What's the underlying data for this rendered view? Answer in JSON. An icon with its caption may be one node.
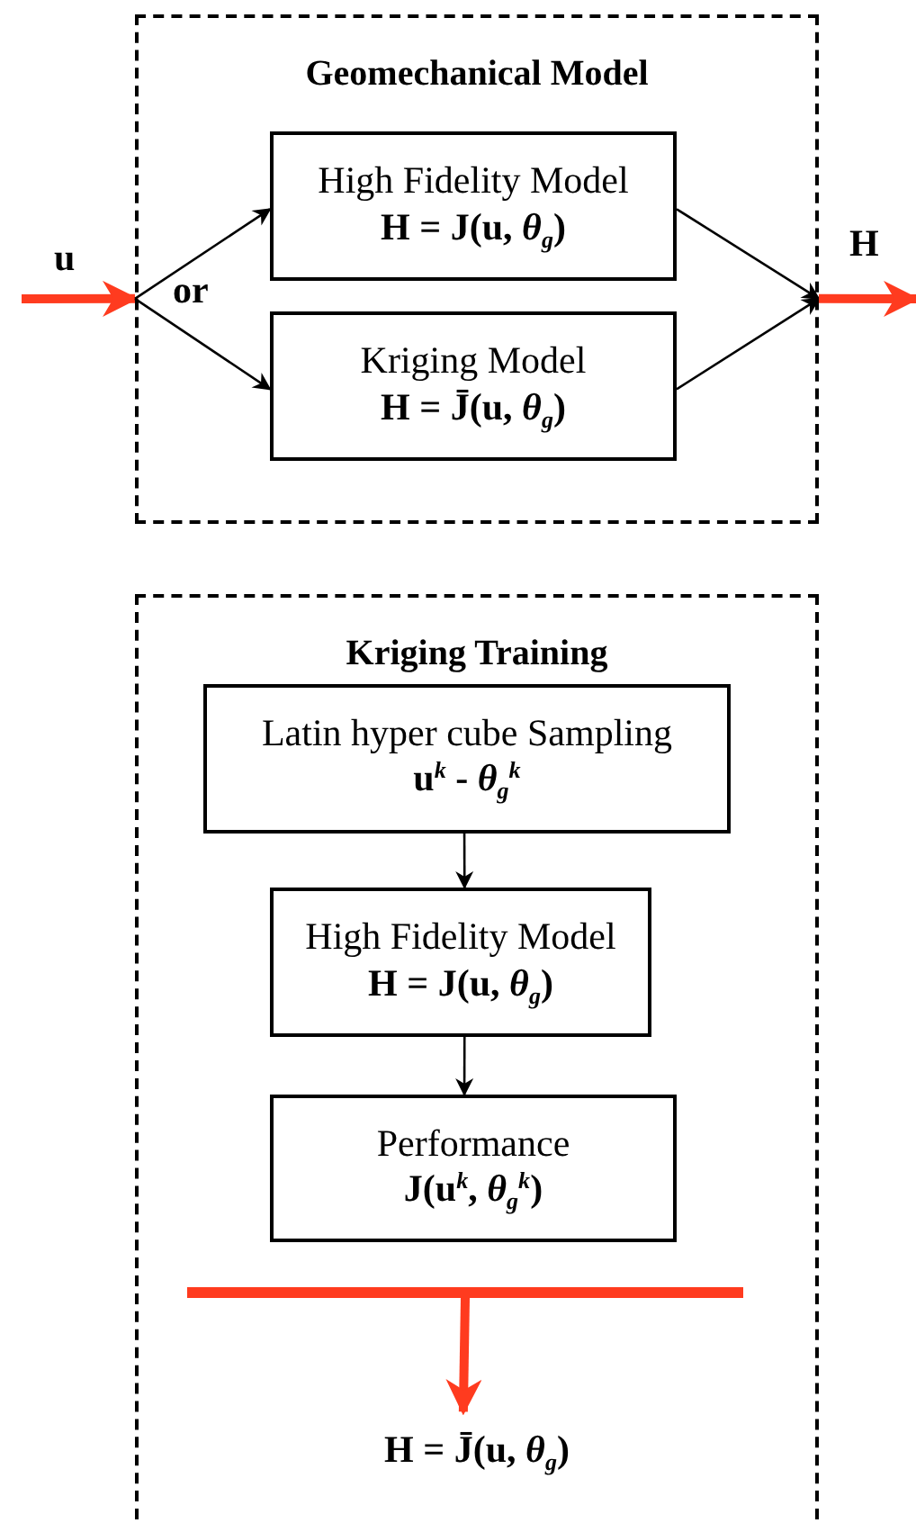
{
  "diagram": {
    "nodes": [
      {
        "text": [
          "Geomechanical Model"
        ]
      },
      {
        "text": [
          "High Fidelity Model",
          "H = J(u, *θ*$_{g}$)"
        ],
        "in": 0
      },
      {
        "text": [
          "Kriging Model",
          "H = J̄(u, *θ*$_{g}$)"
        ],
        "in": 0
      },
      {
        "text": [
          "Kriging Training"
        ]
      },
      {
        "text": [
          "Latin hyper cube Sampling",
          "u$^{k}$ - *θ*$_{g}$$^{k}$"
        ],
        "in": 3
      },
      {
        "text": [
          "High Fidelity Model",
          "H = J(u, *θ*$_{g}$)"
        ],
        "in": 3
      },
      {
        "text": [
          "Performance",
          "J(u$^{k}$, *θ*$_{g}$$^{k}$)"
        ],
        "in": 3
      },
      {
        "text": [],
        "shape": "bar",
        "in": 3
      },
      {
        "text": [
          "H = J̄(u, *θ*$_{g}$)"
        ],
        "in": 3
      }
    ],
    "edges": [
      {
        "from": null,
        "to": 0,
        "arrow": "to",
        "label": "u",
        "style": "thick",
        "color": "#ff3b1f"
      },
      {
        "from": 0,
        "to": 1,
        "arrow": "to"
      },
      {
        "from": 0,
        "to": 2,
        "arrow": "to"
      },
      {
        "from": 1,
        "to": 0,
        "arrow": "to"
      },
      {
        "from": 2,
        "to": 0,
        "arrow": "to"
      },
      {
        "from": 0,
        "to": null,
        "arrow": "to",
        "label": "H",
        "style": "thick",
        "color": "#ff3b1f"
      },
      {
        "from": 4,
        "to": 5,
        "arrow": "to"
      },
      {
        "from": 5,
        "to": 6,
        "arrow": "to"
      },
      {
        "from": 7,
        "to": 8,
        "arrow": "to",
        "style": "thick",
        "color": "#ff3b1f"
      }
    ],
    "labels": [
      "or"
    ]
  }
}
